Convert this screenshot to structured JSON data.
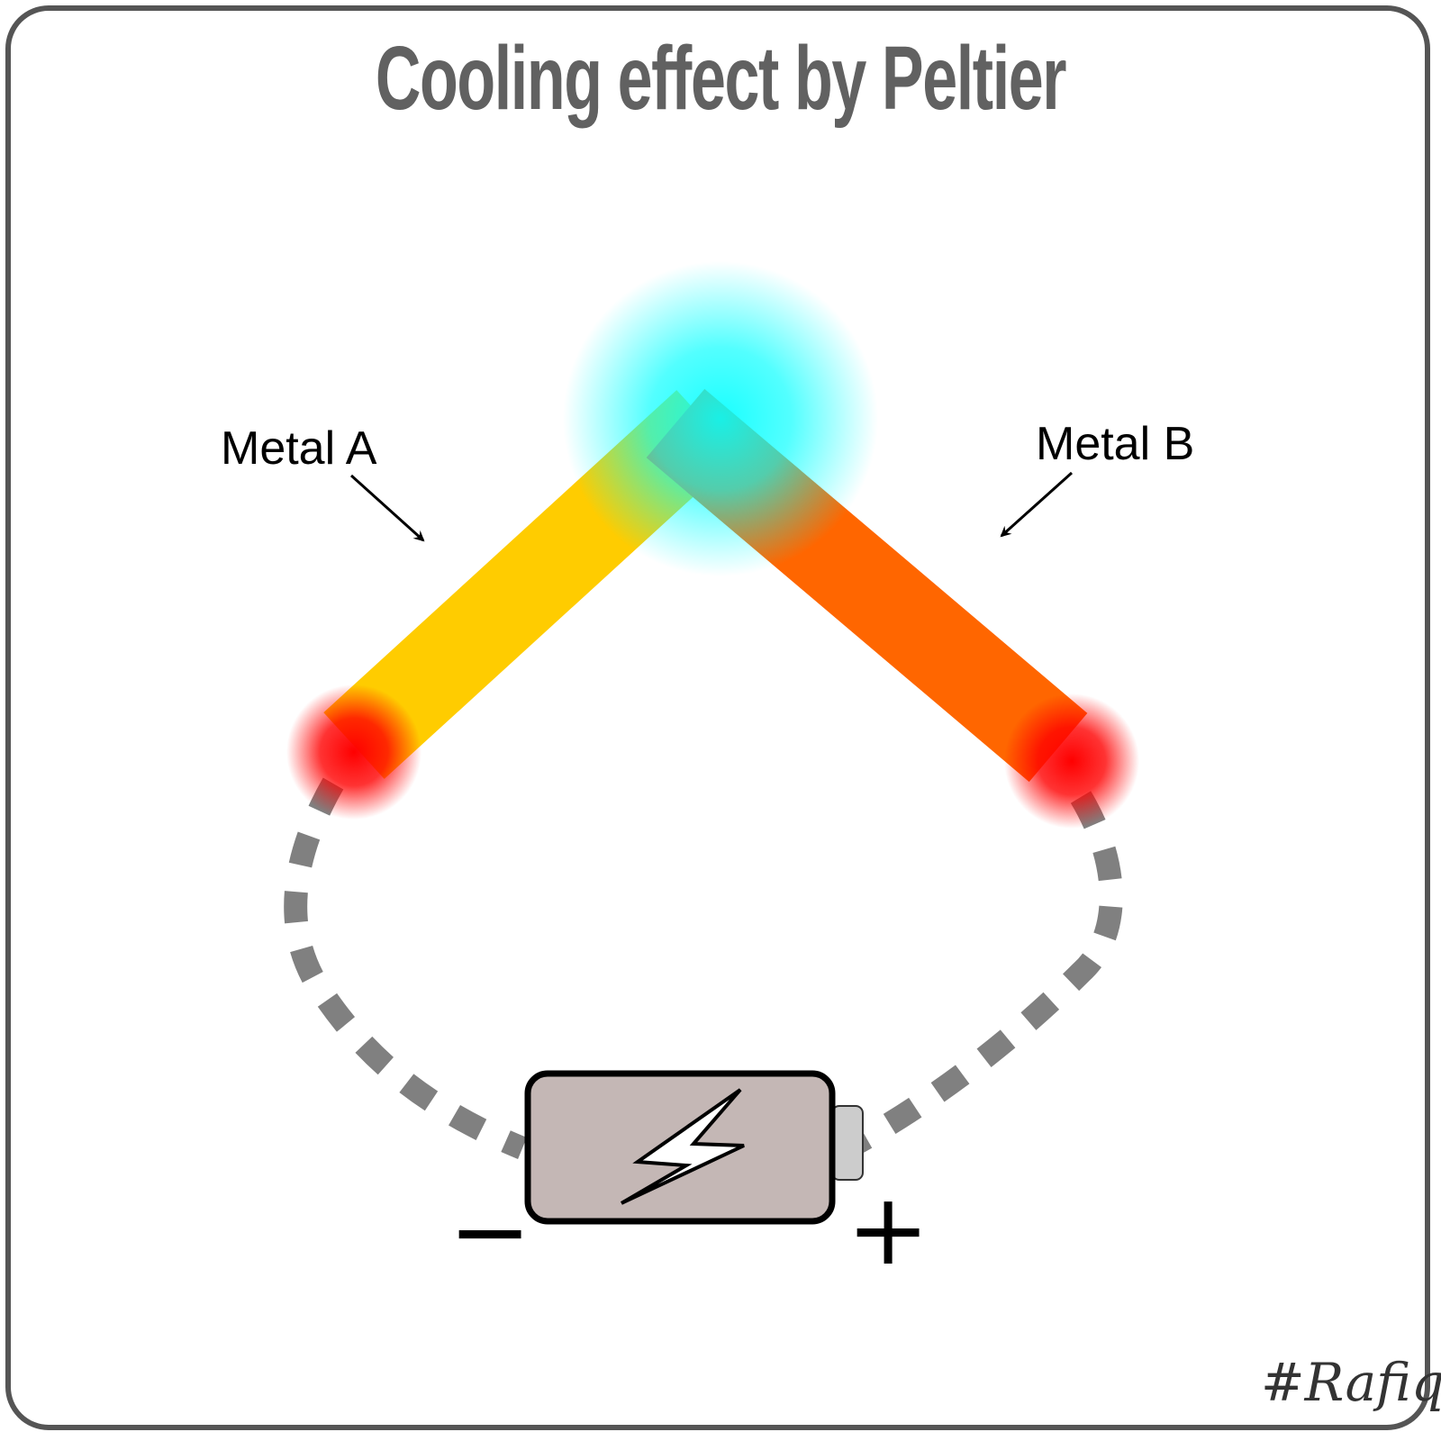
{
  "title": "Cooling effect by Peltier",
  "labels": {
    "metal_a": "Metal A",
    "metal_b": "Metal B",
    "negative": "−",
    "positive": "+"
  },
  "signature": "#Rafiq",
  "colors": {
    "frame": "#555555",
    "title": "#616161",
    "metal_a": "#ffcc00",
    "metal_b": "#ff6600",
    "cold_glow": "#00ffff",
    "hot_glow": "#ff0000",
    "wire": "#808080",
    "battery_body": "#c4b7b5",
    "battery_cap": "#cccccc"
  },
  "icons": {
    "battery": "battery-icon",
    "lightning": "lightning-bolt-icon"
  }
}
